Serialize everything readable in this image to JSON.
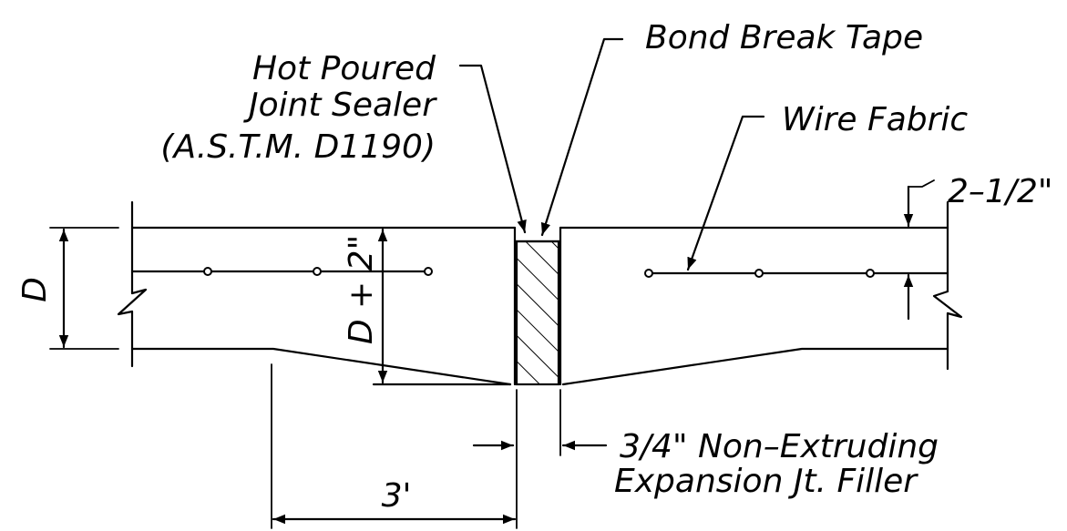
{
  "labels": {
    "bond_break": "Bond Break Tape",
    "sealer_line1": "Hot Poured",
    "sealer_line2": "Joint Sealer",
    "sealer_line3": "(A.S.T.M. D1190)",
    "wire_fabric": "Wire Fabric",
    "cover": "2–1/2\"",
    "thickness": "D",
    "thickened": "D + 2\"",
    "filler_line1": "3/4\" Non–Extruding",
    "filler_line2": "Expansion Jt. Filler",
    "width": "3'"
  }
}
